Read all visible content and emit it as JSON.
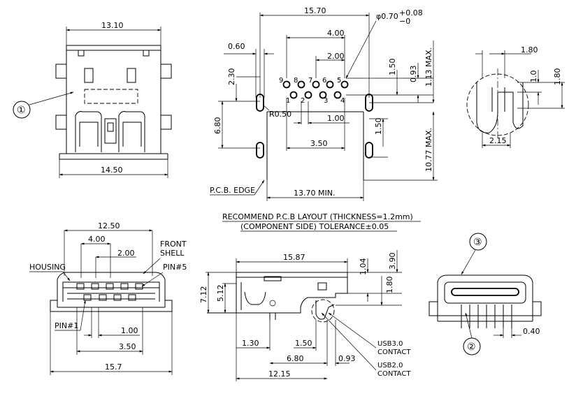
{
  "top_view": {
    "width_top": "13.10",
    "width_bottom": "14.50",
    "callout_1": "①"
  },
  "footprint": {
    "overall_width": "15.70",
    "hole_dia": "φ0.70",
    "hole_tol_plus": "+0.08",
    "hole_tol_minus": "−0",
    "pin_span": "4.00",
    "pin_pitch": "2.00",
    "offset_060": "0.60",
    "dim_230": "2.30",
    "dim_680": "6.80",
    "radius": "R0.50",
    "pitch_100": "1.00",
    "dim_350": "3.50",
    "dim_150_top": "1.50",
    "dim_093": "0.93",
    "dim_113_max": "1.13 MAX.",
    "dim_150_side": "1.50",
    "dim_1077_max": "10.77 MAX.",
    "min_width": "13.70 MIN.",
    "pcb_edge": "P.C.B. EDGE",
    "pin_numbers": [
      "9",
      "8",
      "7",
      "6",
      "5",
      "1",
      "2",
      "3",
      "4"
    ]
  },
  "pin_detail": {
    "width_180": "1.80",
    "dim_10": "1.0",
    "dim_180_side": "1.80",
    "width_215": "2.15"
  },
  "layout_note": {
    "line1": "RECOMMEND P.C.B LAYOUT (THICKNESS=1.2mm)",
    "line2": "(COMPONENT SIDE)   TOLERANCE±0.05"
  },
  "front_view": {
    "width_1250": "12.50",
    "dim_400": "4.00",
    "dim_200": "2.00",
    "front_shell_1": "FRONT",
    "front_shell_2": "SHELL",
    "housing": "HOUSING",
    "pin5": "PIN#5",
    "pin1": "PIN#1",
    "dim_100": "1.00",
    "dim_350": "3.50",
    "width_157": "15.7"
  },
  "side_view": {
    "length_1587": "15.87",
    "dim_104": "1.04",
    "dim_390": "3.90",
    "dim_180": "1.80",
    "height_712": "7.12",
    "height_512": "5.12",
    "dim_130": "1.30",
    "dim_150": "1.50",
    "dim_680": "6.80",
    "dim_093": "0.93",
    "dim_1215": "12.15",
    "usb3_1": "USB3.0",
    "usb3_2": "CONTACT",
    "usb2_1": "USB2.0",
    "usb2_2": "CONTACT"
  },
  "rear_view": {
    "callout_3": "③",
    "callout_2": "②",
    "dim_040": "0.40"
  }
}
